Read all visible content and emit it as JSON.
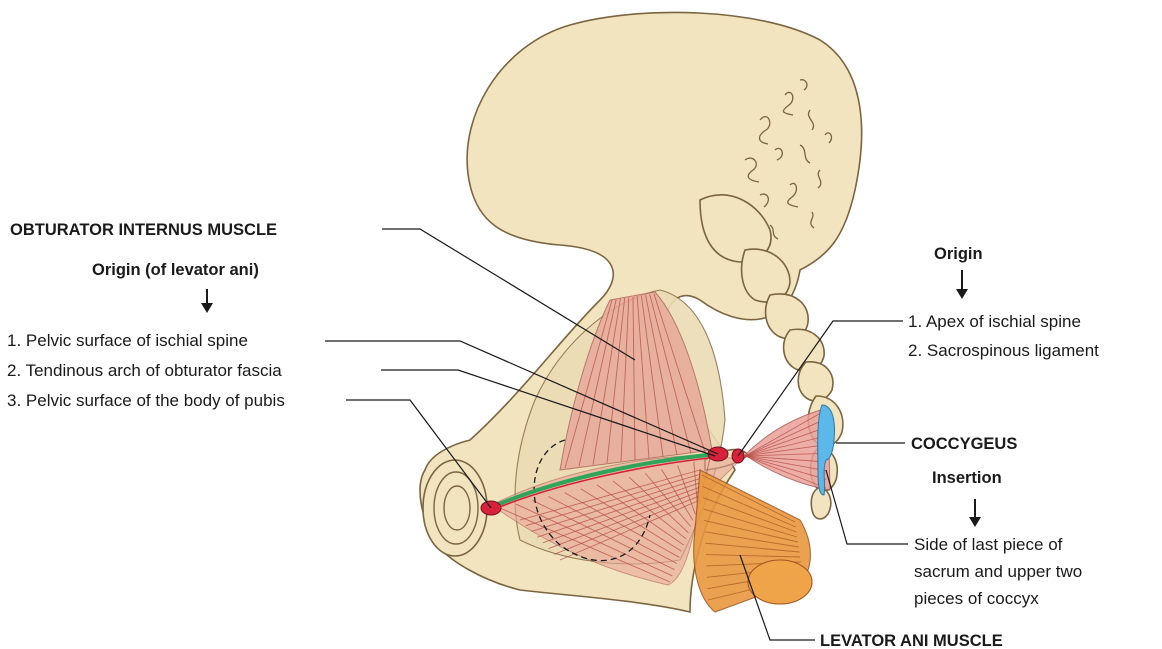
{
  "labels": {
    "obturator_internus": "OBTURATOR INTERNUS MUSCLE",
    "origin_levator_ani": "Origin (of levator ani)",
    "origin_la_1": "1. Pelvic surface of ischial spine",
    "origin_la_2": "2. Tendinous arch of obturator fascia",
    "origin_la_3": "3. Pelvic surface of the body of pubis",
    "origin_coccygeus": "Origin",
    "origin_cc_1": "1. Apex of ischial spine",
    "origin_cc_2": "2. Sacrospinous ligament",
    "coccygeus": "COCCYGEUS",
    "insertion": "Insertion",
    "insertion_1": "Side of last piece of",
    "insertion_2": "sacrum and upper two",
    "insertion_3": "pieces of coccyx",
    "levator_ani": "LEVATOR ANI MUSCLE"
  },
  "colors": {
    "bone": "#f2e4bf",
    "bone_outline": "#7a6540",
    "muscle_pink": "#e8a99a",
    "muscle_orange": "#e8973e",
    "attachment_red": "#d8213a",
    "tendinous_arch_green": "#2ea55a",
    "insertion_blue": "#5bb8e8"
  }
}
